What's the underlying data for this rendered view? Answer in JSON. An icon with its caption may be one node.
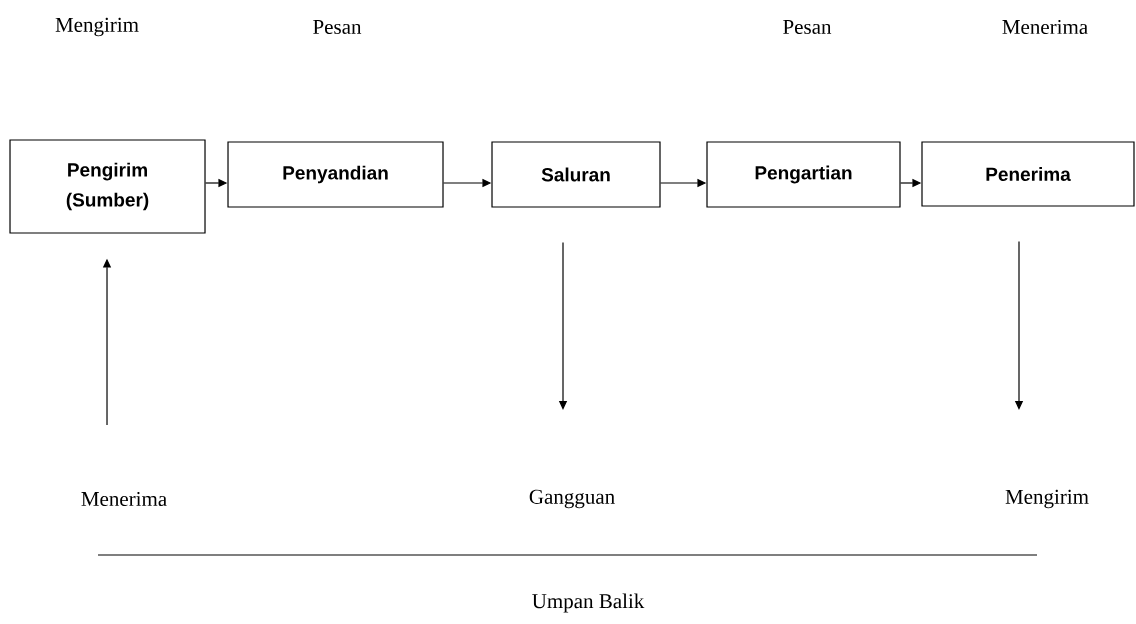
{
  "diagram": {
    "nodes": [
      {
        "text": [
          "Pengirim (Sumber)"
        ]
      },
      {
        "text": [
          "Penyandian"
        ]
      },
      {
        "text": [
          "Saluran"
        ]
      },
      {
        "text": [
          "Pengartian"
        ]
      },
      {
        "text": [
          "Penerima"
        ]
      }
    ],
    "edges": [
      {
        "from": 0,
        "to": 1,
        "arrow": "to"
      },
      {
        "from": 1,
        "to": 2,
        "arrow": "to"
      },
      {
        "from": 2,
        "to": 3,
        "arrow": "to"
      },
      {
        "from": 3,
        "to": 4,
        "arrow": "to"
      },
      {
        "from": null,
        "to": 0,
        "arrow": "to"
      },
      {
        "from": 2,
        "to": null,
        "arrow": "to"
      },
      {
        "from": 4,
        "to": null,
        "arrow": "to"
      }
    ],
    "labels": [
      "Mengirim",
      "Pesan",
      "Pesan",
      "Menerima",
      "Menerima",
      "Gangguan",
      "Mengirim",
      "Umpan Balik"
    ]
  }
}
